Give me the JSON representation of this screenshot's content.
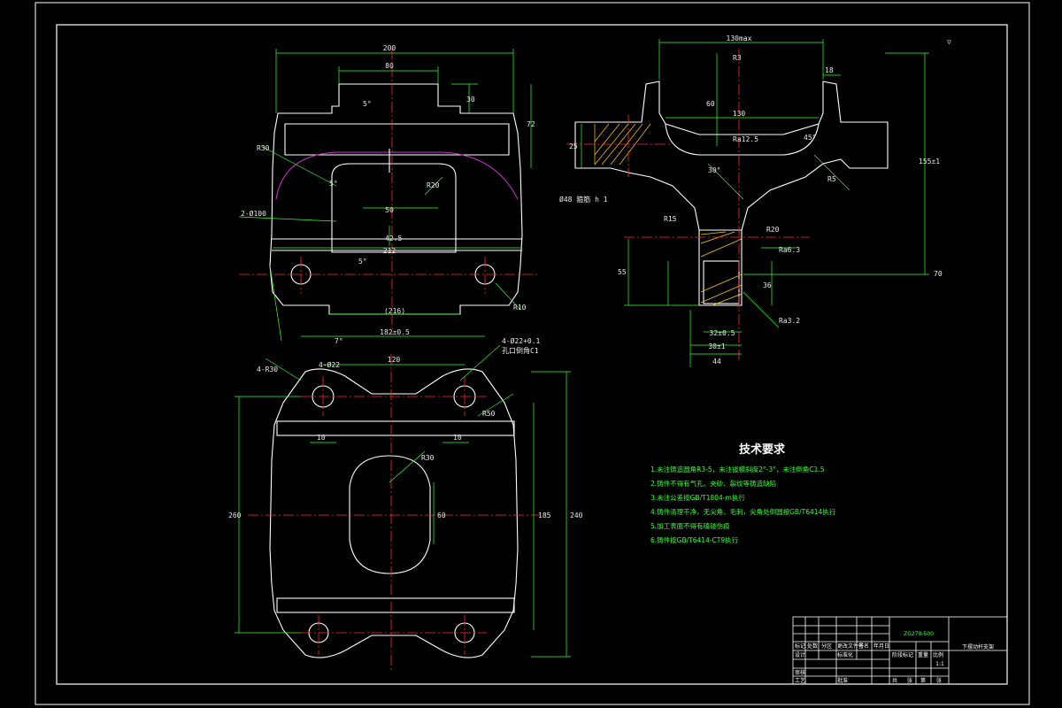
{
  "colors": {
    "background": "#000000",
    "outline": "#ffffff",
    "dimension": "#33ff33",
    "centerline": "#ff2a2a",
    "hatch": "#ffd000",
    "hidden": "#cc33cc",
    "text": "#ffffff"
  },
  "top_view": {
    "dims": {
      "overall_width": "200",
      "boss_width": "80",
      "boss_height": "30",
      "body_height": "72",
      "center_width": "50",
      "slot_gap": "42.5",
      "base_width": "212",
      "hole_center": "(216)",
      "bottom_span": "182±0.5",
      "angle_top": "5°",
      "angle_mid": "5°",
      "angle_low": "5°",
      "angle_bottom": "7°",
      "radius_left": "R30",
      "radius_inner": "R20",
      "holes_note": "2-Ø100",
      "radius_corner": "R10"
    }
  },
  "side_view": {
    "dims": {
      "top_span": "130max",
      "radius_top": "R3",
      "inner_span": "130",
      "height_top": "18",
      "flange_h": "25",
      "overall_h": "155±1",
      "inner_h": "60",
      "left_h": "55",
      "hub_h": "70",
      "bore": "36",
      "hub_w": "32±0.5",
      "hub_total": "30±1",
      "bottom_w": "44",
      "tol_note": "Ø48 箍筋 h 1",
      "rough1": "Ra12.5",
      "rough2": "Ra6.3",
      "rough3": "Ra3.2",
      "radius_r20": "R20",
      "radius_r5": "R5",
      "angle_30": "30°",
      "angle_45": "45°",
      "fillet": "R15",
      "mark_tr": "▽"
    }
  },
  "front_view": {
    "dims": {
      "top_span": "120",
      "hole_note": "4-Ø22",
      "radius_note": "4-R30",
      "chamfer_note": "4-Ø22+0.1",
      "chamfer_note2": "孔口倒角C1",
      "left_ten": "10",
      "right_ten": "10",
      "slot_radius": "R30",
      "slot_len": "60",
      "height_mid": "185",
      "height_total": "240",
      "height_left": "260",
      "radius_corner": "R50"
    }
  },
  "notes": {
    "title": "技术要求",
    "lines": [
      "1.未注铸造圆角R3-5，未注拔模斜度2°-3°，未注倒角C1.5",
      "2.铸件不得有气孔、夹砂、裂纹等铸造缺陷",
      "3.未注公差按GB/T1804-m执行",
      "4.铸件清理干净，无尖角、毛刺，尖角处倒圆按GB/T6414执行",
      "5.加工表面不得有磕碰伤痕",
      "6.铸件按GB/T6414-CT9执行"
    ]
  },
  "title_block": {
    "code": "ZG270-500",
    "part_name": "下摆动杆支架",
    "scale": "1:1",
    "cells": [
      "标记",
      "处数",
      "分区",
      "更改文件号",
      "签名",
      "年月日",
      "设计",
      "标准化",
      "阶段标记",
      "重量",
      "比例",
      "审核",
      "工艺",
      "批准",
      "共",
      "张",
      "第",
      "张"
    ]
  }
}
